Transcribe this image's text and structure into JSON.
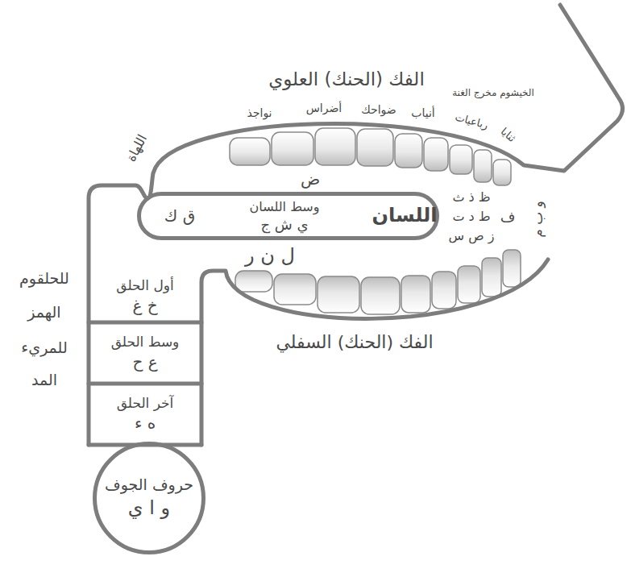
{
  "diagram": {
    "nodes": [
      {
        "text": [
          "اللسان",
          "وسط اللسان",
          "ي ش ج",
          "ق ك"
        ]
      },
      {
        "text": [
          "أول الحلق",
          "خ غ"
        ]
      },
      {
        "text": [
          "وسط الحلق",
          "ع ح"
        ]
      },
      {
        "text": [
          "آخر الحلق",
          "ه ء"
        ]
      },
      {
        "text": [
          "حروف الجوف",
          "و ا ي"
        ]
      }
    ],
    "labels": [
      "الفك (الحنك) العلوي",
      "الخيشوم مخرج الغنة",
      "ثنايا",
      "رباعيات",
      "أنياب",
      "ضواحك",
      "أضراس",
      "نواجذ",
      "اللهاة",
      "ض",
      "ظ ذ ث",
      "ط د ت",
      "ز ص س",
      "ف",
      "و ب م",
      "ل ن ر",
      "الفك (الحنك) السفلي",
      "للحلقوم",
      "الهمز",
      "للمريء",
      "المد"
    ]
  }
}
